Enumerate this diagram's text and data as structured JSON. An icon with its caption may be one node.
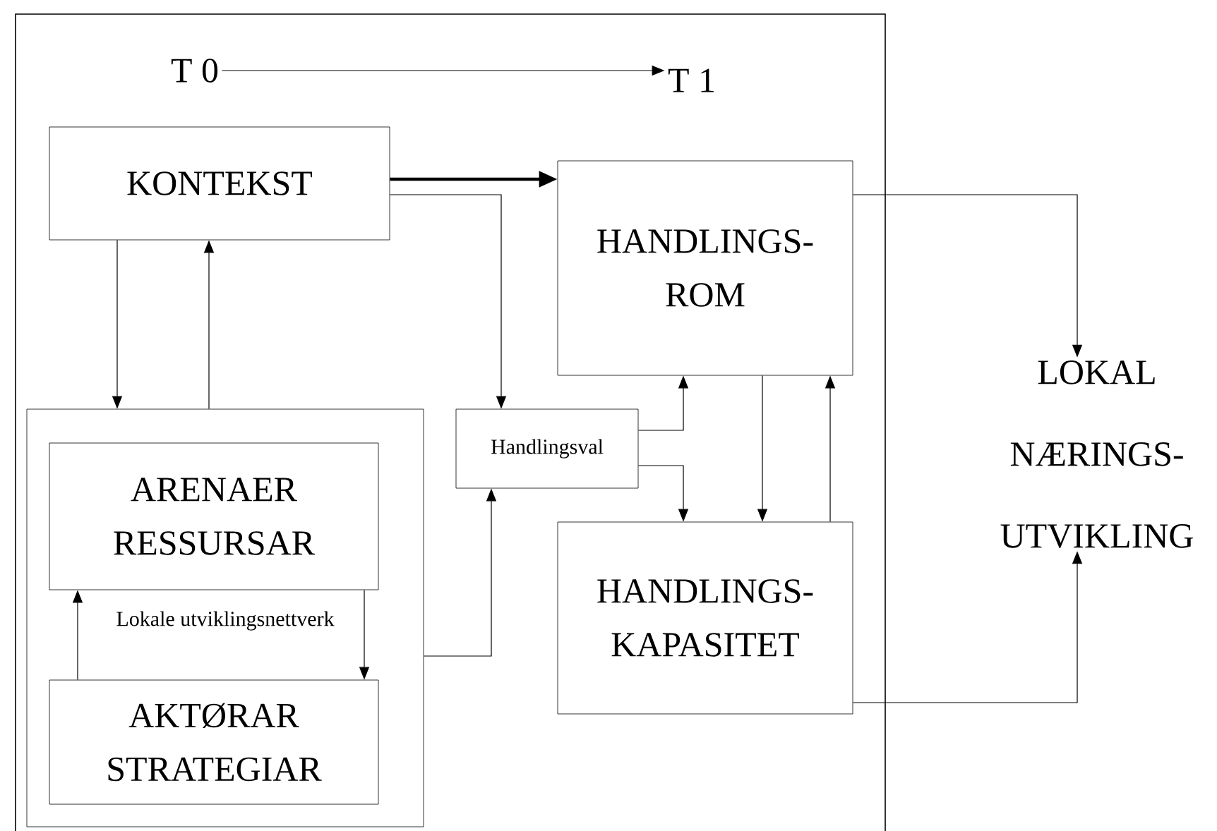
{
  "diagram": {
    "nodes": [
      {
        "text": [
          "T 0"
        ]
      },
      {
        "text": [
          "T 1"
        ]
      },
      {
        "text": [
          "KONTEKST"
        ]
      },
      {
        "text": [
          "HANDLINGS- ROM"
        ]
      },
      {
        "text": [
          "Lokale utviklingsnettverk"
        ]
      },
      {
        "text": [
          "ARENAER RESSURSAR"
        ],
        "in": 4
      },
      {
        "text": [
          "Handlingsval"
        ]
      },
      {
        "text": [
          "HANDLINGS- KAPASITET"
        ]
      },
      {
        "text": [
          "AKTØRAR STRATEGIAR"
        ],
        "in": 4
      },
      {
        "text": [
          "LOKAL NÆRINGS- UTVIKLING"
        ]
      }
    ],
    "edges": [
      {
        "from": 0,
        "to": 1,
        "arrow": "to"
      },
      {
        "from": 2,
        "to": 3,
        "arrow": "to",
        "style": "thick"
      },
      {
        "from": 2,
        "to": 6,
        "arrow": "to"
      },
      {
        "from": 2,
        "to": 4,
        "arrow": "to"
      },
      {
        "from": 4,
        "to": 2,
        "arrow": "to"
      },
      {
        "from": 5,
        "to": 8,
        "arrow": "to"
      },
      {
        "from": 8,
        "to": 5,
        "arrow": "to"
      },
      {
        "from": 4,
        "to": 6,
        "arrow": "to"
      },
      {
        "from": 6,
        "to": 3,
        "arrow": "to"
      },
      {
        "from": 6,
        "to": 7,
        "arrow": "to"
      },
      {
        "from": 3,
        "to": 7,
        "arrow": "to"
      },
      {
        "from": 7,
        "to": 3,
        "arrow": "to"
      },
      {
        "from": 3,
        "to": 9,
        "arrow": "to"
      },
      {
        "from": 7,
        "to": 9,
        "arrow": "to"
      }
    ]
  }
}
